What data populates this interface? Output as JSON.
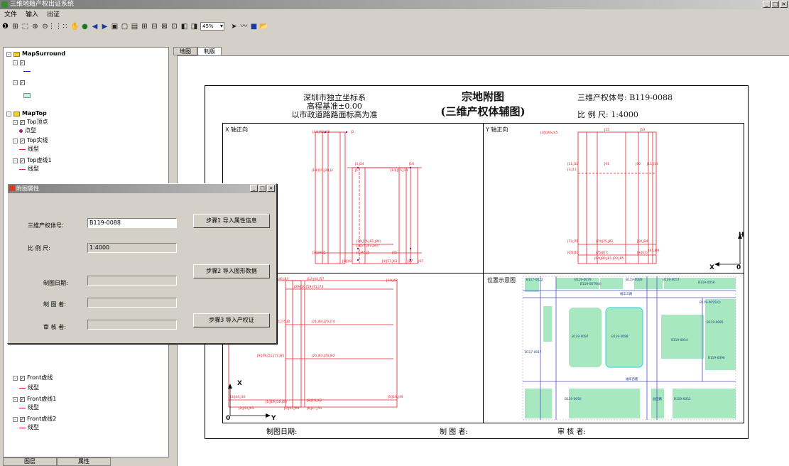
{
  "app": {
    "title": "三维地籍产权出证系统",
    "window_buttons": [
      "_",
      "□",
      "×"
    ]
  },
  "menu": [
    "文件",
    "输入",
    "出证"
  ],
  "toolbar": {
    "icons": [
      "info-icon",
      "pan-icon",
      "zoom-box-icon",
      "zoom-in-icon",
      "zoom-out-icon",
      "fixed-zoom-in-icon",
      "fixed-zoom-out-icon",
      "hand-icon",
      "globe-icon",
      "back-icon",
      "forward-icon",
      "select-features-icon",
      "clear-select-icon",
      "page-icon",
      "page-zoom-in-icon",
      "page-zoom-out-icon",
      "page-full-icon",
      "page-1to1-icon",
      "page-back-icon",
      "page-forward-icon",
      "pointer-icon",
      "line-icon",
      "save-icon",
      "open-icon"
    ],
    "zoom": "45%"
  },
  "tree": [
    {
      "text": "MapSurround",
      "level": 0,
      "type": "layer"
    },
    {
      "text": "",
      "level": 1,
      "type": "check"
    },
    {
      "text": "",
      "level": 2,
      "type": "line-sym"
    },
    {
      "text": "",
      "level": 1,
      "type": "check"
    },
    {
      "text": "",
      "level": 2,
      "type": "rect-sym"
    },
    {
      "text": "MapTop",
      "level": 0,
      "type": "layer"
    },
    {
      "text": "Top顶点",
      "level": 1,
      "type": "check"
    },
    {
      "text": "点型",
      "level": 2,
      "type": "dot"
    },
    {
      "text": "Top实线",
      "level": 1,
      "type": "check"
    },
    {
      "text": "线型",
      "level": 2,
      "type": "line"
    },
    {
      "text": "Top虚线1",
      "level": 1,
      "type": "check"
    },
    {
      "text": "线型",
      "level": 2,
      "type": "line"
    },
    {
      "text": "Front虚线",
      "level": 1,
      "type": "check"
    },
    {
      "text": "线型",
      "level": 2,
      "type": "line"
    },
    {
      "text": "Front虚线1",
      "level": 1,
      "type": "check"
    },
    {
      "text": "线型",
      "level": 2,
      "type": "line"
    },
    {
      "text": "Front虚线2",
      "level": 1,
      "type": "check"
    },
    {
      "text": "线型",
      "level": 2,
      "type": "line"
    }
  ],
  "left_tabs": [
    "图层",
    "属性"
  ],
  "view_tabs": [
    "地图",
    "制版"
  ],
  "sheet": {
    "coord1": "深圳市独立坐标系",
    "coord2": "高程基准±0.00",
    "coord3": "以市政道路路面标高为准",
    "title1": "宗地附图",
    "title2": "(三维产权体辅图)",
    "right1": "三维产权体号: B119-0088",
    "right2": "比 例 尺: 1:4000",
    "q1": "X 轴正向",
    "q2": "Y 轴正向",
    "q4": "位置示意图",
    "axis_h": "H",
    "axis_x": "X",
    "axis_o": "0",
    "axis_x2": "X",
    "axis_o2": "0",
    "axis_y": "Y",
    "footer1": "制图日期:",
    "footer2": "制 图 者:",
    "footer3": "审 核 者:",
    "map_labels": [
      "B117-0022",
      "B119-0079",
      "B119-0079(8)",
      "B119-0089",
      "B119-0057",
      "B119-0050",
      "福华三路",
      "B119-0055(0)",
      "B119-0085",
      "B119-0087",
      "B119-0088",
      "B119-0054",
      "B117-0017",
      "B119-0096",
      "福华西路",
      "B119-0050",
      "B119-0053",
      "益田路"
    ],
    "q1_labels": [
      "J44(J48,J48",
      "J2",
      "J3,J24",
      "J16",
      "J18(J19,J20,J2",
      "J17",
      "J14(J15,J13",
      "J75(J76,J81,J84)",
      "J3(J74,J82,J83)",
      "J3(J34,J5",
      "J4,J44,J5",
      "J46",
      "J1(J50",
      "J4(J57,J63",
      "J87",
      "J67"
    ],
    "q2_labels": [
      "J36(J46,J45",
      "J55",
      "J59",
      "J11,J10",
      "J3,J13",
      "J01",
      "J00",
      "J11,J13",
      "J73,J76",
      "J74(J75,J82",
      "J60,J84",
      "J04(J10",
      "J75(J07)",
      "J9(J67)",
      "J81,J09",
      "J64(J80,J81,J03,J85"
    ],
    "q3_labels": [
      "J4(J46,J50",
      "J33(J36,J83",
      "J12(J44,J57",
      "J14(J48",
      "J09(J10,J59,J72,J73",
      "J7(J38,J60,J71,J75,J8",
      "J21,J64,J70,J74",
      "J9(J39,J51,J77,J81",
      "J20,J63,J78,J82",
      "J3(J44,J30",
      "J1(J19,J39,J63",
      "J5(J16,J49",
      "J2(J43,J65",
      "J1(J42,J64",
      "J8(J18,J62",
      "J6(J17,J51"
    ]
  },
  "dialog": {
    "title": "附图属性",
    "id_label": "三维产权体号:",
    "id_value": "B119-0088",
    "scale_label": "比 例 尺:",
    "scale_value": "1:4000",
    "date_label": "制图日期:",
    "date_value": "",
    "author_label": "制 图 者:",
    "author_value": "",
    "reviewer_label": "审 核 者:",
    "reviewer_value": "",
    "btn1": "步骤1 导入属性信息",
    "btn2": "步骤2 导入图形数据",
    "btn3": "步骤3 导入产权证"
  },
  "colors": {
    "cad_red": "#e0202a",
    "road_blue": "#5050c8",
    "parcel_green": "#a8e8c0",
    "highlight_cyan": "#40d8e0"
  }
}
